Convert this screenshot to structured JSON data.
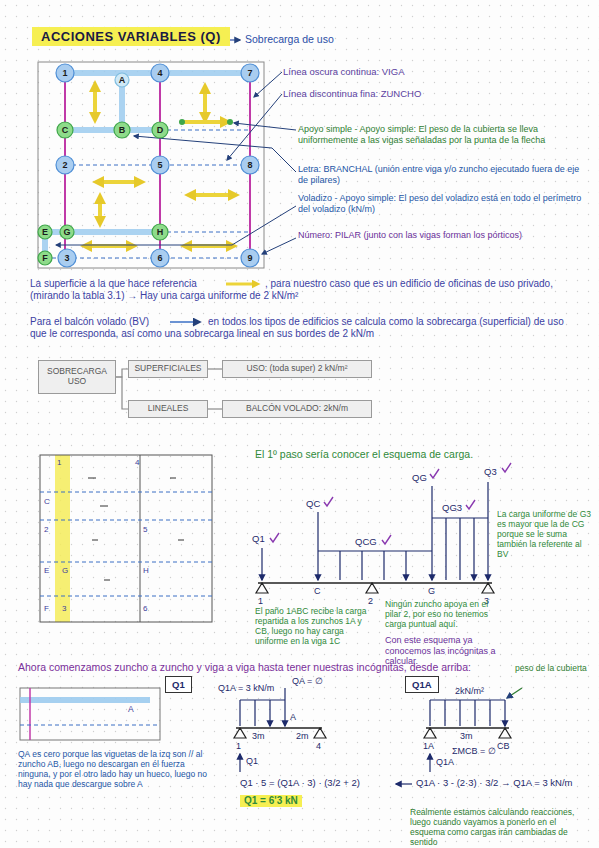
{
  "diagram": {
    "title": "ACCIONES VARIABLES (Q)",
    "nodes": [
      {
        "text": [
          "1"
        ]
      },
      {
        "text": [
          "A"
        ]
      },
      {
        "text": [
          "4"
        ]
      },
      {
        "text": [
          "7"
        ]
      },
      {
        "text": [
          "C"
        ]
      },
      {
        "text": [
          "B"
        ]
      },
      {
        "text": [
          "D"
        ]
      },
      {
        "text": [
          "2"
        ]
      },
      {
        "text": [
          "5"
        ]
      },
      {
        "text": [
          "8"
        ]
      },
      {
        "text": [
          "E"
        ]
      },
      {
        "text": [
          "G"
        ]
      },
      {
        "text": [
          "H"
        ]
      },
      {
        "text": [
          "F"
        ]
      },
      {
        "text": [
          "3"
        ]
      },
      {
        "text": [
          "6"
        ]
      },
      {
        "text": [
          "9"
        ]
      },
      {
        "text": [
          "SOBRECARGA USO"
        ]
      },
      {
        "text": [
          "SUPERFICIALES"
        ]
      },
      {
        "text": [
          "USO: (toda super) 2 kN/m²"
        ]
      },
      {
        "text": [
          "LINEALES"
        ]
      },
      {
        "text": [
          "BALCÓN VOLADO: 2kN/m"
        ]
      },
      {
        "text": [
          "Q1"
        ]
      },
      {
        "text": [
          "Q1A"
        ]
      }
    ],
    "edges": [
      {
        "from": 17,
        "to": 18,
        "arrow": "none"
      },
      {
        "from": 17,
        "to": 20,
        "arrow": "none"
      },
      {
        "from": 18,
        "to": 19,
        "arrow": "none"
      },
      {
        "from": 20,
        "to": 21,
        "arrow": "none"
      }
    ],
    "labels": [
      "Sobrecarga de uso",
      "Línea oscura continua: VIGA",
      "Línea discontinua fina: ZUNCHO",
      "Apoyo simple - Apoyo simple: El peso de la cubierta se lleva uniformemente a las vigas señaladas por la punta de la flecha",
      "Letra: BRANCHAL (unión entre viga y/o zuncho ejecutado fuera de eje de pilares)",
      "Voladizo - Apoyo simple: El peso del voladizo está en todo el perímetro del voladizo (kN/m)",
      "Número: PILAR (junto con las vigas forman los pórticos)",
      "La superficie a la que hace referencia",
      ", para nuestro caso que es un edificio de oficinas de uso privado, (mirando la tabla 3.1) → Hay una carga uniforme de 2 kN/m²",
      "Para el balcón volado (BV)",
      "en todos los tipos de edificios se calcula como la sobrecarga (superficial) de uso que le corresponda, así como una sobrecarga lineal en sus bordes de 2 kN/m",
      "El 1º paso sería conocer el esquema de carga.",
      "Q1",
      "QC",
      "QCG",
      "QG",
      "QG3",
      "Q3",
      "1",
      "C",
      "2",
      "G",
      "3",
      "El paño 1ABC recibe la carga repartida a los zunchos 1A y CB, luego no hay carga uniforme en la viga 1C",
      "Ningún zuncho apoya en el pilar 2, por eso no tenemos carga puntual aquí.",
      "La carga uniforme de G3 es mayor que la de CG porque se le suma también la referente al BV",
      "Con este esquema ya conocemos las incógnitas a calcular.",
      "1",
      "4",
      "C",
      "2",
      "5",
      "E",
      "G",
      "H",
      "F",
      "3",
      "6",
      "Ahora comenzamos zuncho a zuncho y viga a viga hasta tener nuestras incógnitas, desde arriba:",
      "A",
      "Q1A = 3 kN/m",
      "QA = ∅",
      "A",
      "1",
      "4",
      "3m",
      "2m",
      "Q1",
      "Q1 · 5 = (Q1A · 3) · (3/2 + 2)",
      "Q1 = 6'3 kN",
      "QA es cero porque las viguetas de la izq son // al zuncho AB, luego no descargan en él fuerza ninguna, y por el otro lado hay un hueco, luego no hay nada que descargue sobre A",
      "peso de la cubierta",
      "2kN/m²",
      "1A",
      "CB",
      "3m",
      "ΣMCB = ∅",
      "Q1A",
      "Q1A · 3 - (2·3) · 3/2 → Q1A = 3 kN/m",
      "Realmente estamos calculando reacciones, luego cuando vayamos a ponerlo en el esquema como cargas irán cambiadas de sentido"
    ]
  }
}
